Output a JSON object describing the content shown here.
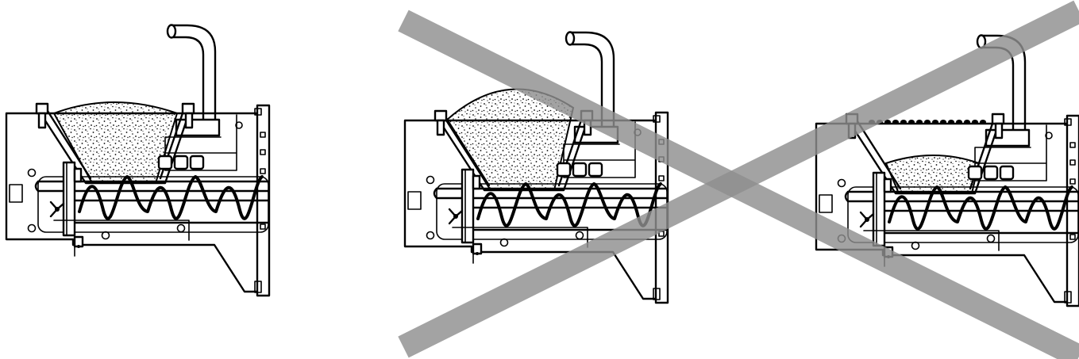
{
  "figure": {
    "panels": [
      {
        "id": "correct-fill",
        "fill_state": "moderate",
        "crossed_out": false
      },
      {
        "id": "overfilled",
        "fill_state": "overfilled",
        "crossed_out": true
      },
      {
        "id": "underfilled",
        "fill_state": "low",
        "crossed_out": true
      }
    ],
    "colors": {
      "line": "#000000",
      "background": "#ffffff",
      "cross": "#8f8f8f"
    }
  }
}
